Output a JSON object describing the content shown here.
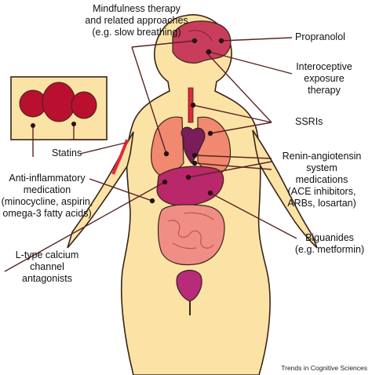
{
  "labels": {
    "mindfulness": [
      "Mindfulness therapy",
      "and related approaches",
      "(e.g. slow breathing)"
    ],
    "propranolol": [
      "Propranolol"
    ],
    "interoceptive": [
      "Interoceptive",
      "exposure",
      "therapy"
    ],
    "ssris": [
      "SSRIs"
    ],
    "statins": [
      "Statins"
    ],
    "renin": [
      "Renin-angiotensin",
      "system",
      "medications",
      "(ACE inhibitors,",
      "ARBs, losartan)"
    ],
    "anti_inflammatory": [
      "Anti-inflammatory",
      "medication",
      "(minocycline, aspirin,",
      "omega-3 fatty acids)"
    ],
    "calcium": [
      "L-type calcium",
      "channel",
      "antagonists"
    ],
    "biguanides": [
      "Biguanides",
      "(e.g. metformin)"
    ]
  },
  "credit": "Trends in Cognitive Sciences",
  "colors": {
    "skin": "#fbe3a6",
    "outline": "#3a2418",
    "brain": "#c93d5c",
    "lungs": "#f0896f",
    "heart": "#7a1d5a",
    "liver": "#b8286a",
    "intestine": "#f08e86",
    "bladder": "#b82a7a",
    "vessels": "#e02a3a",
    "leader_line": "#5a2424"
  }
}
